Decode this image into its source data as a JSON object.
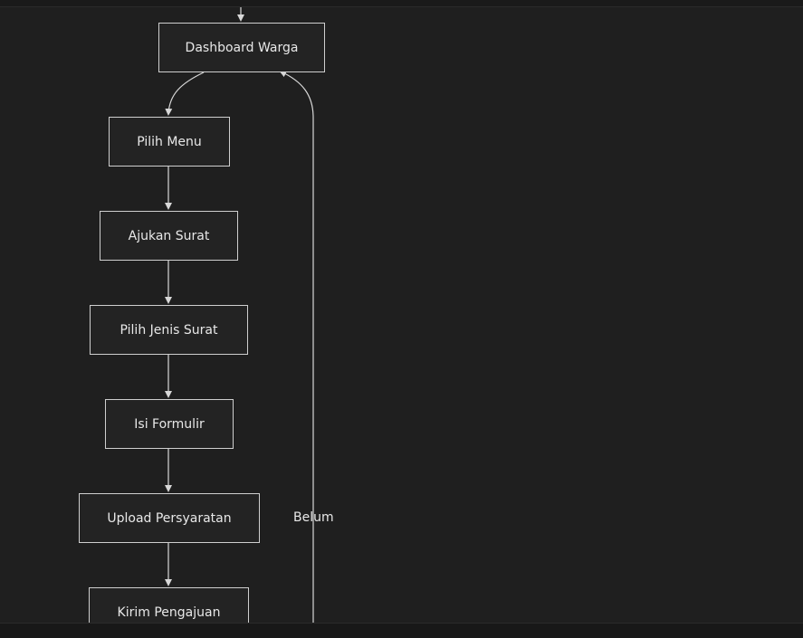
{
  "diagram": {
    "nodes": {
      "dashboard": "Dashboard Warga",
      "pilih_menu": "Pilih Menu",
      "ajukan_surat": "Ajukan Surat",
      "pilih_jenis": "Pilih Jenis Surat",
      "isi_formulir": "Isi Formulir",
      "upload": "Upload Persyaratan",
      "kirim": "Kirim Pengajuan"
    },
    "edge_labels": {
      "belum": "Belum"
    }
  },
  "colors": {
    "background": "#1f1f1f",
    "node_fill": "#232323",
    "node_border": "#cfcfcf",
    "edge": "#d8d8d8",
    "text": "#e8e8e8"
  }
}
